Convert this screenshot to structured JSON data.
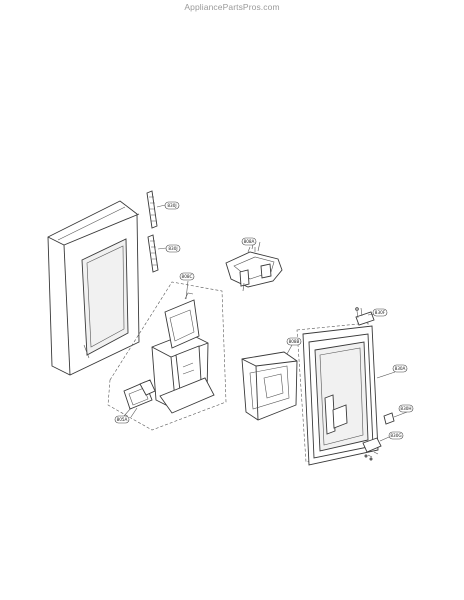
{
  "watermark": "AppliancePartsPros.com",
  "labels": {
    "lbl_830j_top": "830J",
    "lbl_830j_bottom": "830J",
    "lbl_808a": "808A",
    "lbl_808c": "808C",
    "lbl_830f": "830F",
    "lbl_808b": "808B",
    "lbl_830a": "830A",
    "lbl_805a": "805A",
    "lbl_830h": "830H",
    "lbl_830g": "830G"
  }
}
